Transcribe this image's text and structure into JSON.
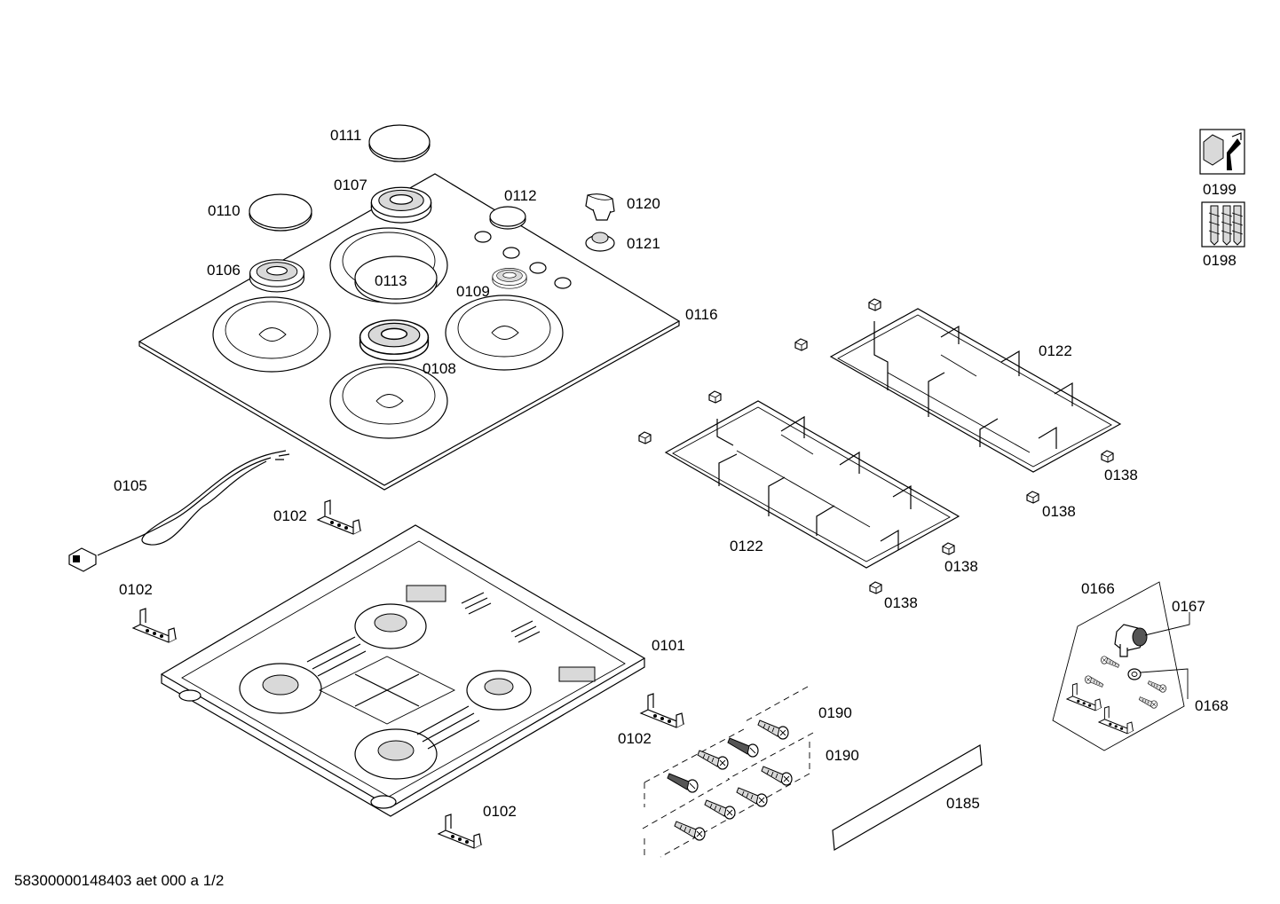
{
  "labels": {
    "l0111": "0111",
    "l0107": "0107",
    "l0110": "0110",
    "l0112": "0112",
    "l0120": "0120",
    "l0121": "0121",
    "l0106": "0106",
    "l0113": "0113",
    "l0109": "0109",
    "l0116": "0116",
    "l0108": "0108",
    "l0105": "0105",
    "l0102a": "0102",
    "l0102b": "0102",
    "l0102c": "0102",
    "l0102d": "0102",
    "l0101": "0101",
    "l0122a": "0122",
    "l0122b": "0122",
    "l0138a": "0138",
    "l0138b": "0138",
    "l0138c": "0138",
    "l0138d": "0138",
    "l0166": "0166",
    "l0167": "0167",
    "l0168": "0168",
    "l0190a": "0190",
    "l0190b": "0190",
    "l0185": "0185",
    "l0199": "0199",
    "l0198": "0198"
  },
  "footer": "58300000148403 aet 000 a 1/2",
  "icons": [
    "wrench-nut-icon",
    "screws-icon"
  ]
}
